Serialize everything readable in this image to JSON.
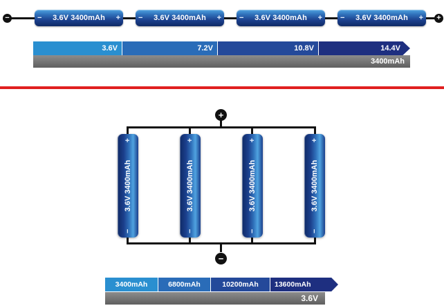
{
  "series": {
    "terminal_negative": "−",
    "terminal_positive": "+",
    "cells": [
      {
        "label": "3.6V  3400mAh",
        "neg": "−",
        "pos": "+"
      },
      {
        "label": "3.6V  3400mAh",
        "neg": "−",
        "pos": "+"
      },
      {
        "label": "3.6V  3400mAh",
        "neg": "−",
        "pos": "+"
      },
      {
        "label": "3.6V  3400mAh",
        "neg": "−",
        "pos": "+"
      }
    ],
    "voltage_steps": [
      "3.6V",
      "7.2V",
      "10.8V",
      "14.4V"
    ],
    "capacity": "3400mAh"
  },
  "parallel": {
    "terminal_positive": "+",
    "terminal_negative": "−",
    "cells": [
      {
        "label": "3.6V  3400mAh",
        "neg": "−",
        "pos": "+"
      },
      {
        "label": "3.6V  3400mAh",
        "neg": "−",
        "pos": "+"
      },
      {
        "label": "3.6V  3400mAh",
        "neg": "−",
        "pos": "+"
      },
      {
        "label": "3.6V  3400mAh",
        "neg": "−",
        "pos": "+"
      }
    ],
    "capacity_steps": [
      "3400mAh",
      "6800mAh",
      "10200mAh",
      "13600mAh"
    ],
    "voltage": "3.6V"
  },
  "colors": {
    "divider": "#e02020",
    "scale_blue_1": "#2a8fd0",
    "scale_blue_2": "#2a6cb8",
    "scale_blue_3": "#24499a",
    "scale_blue_4": "#1e2f80",
    "scale_gray": "#6e6e6e"
  }
}
